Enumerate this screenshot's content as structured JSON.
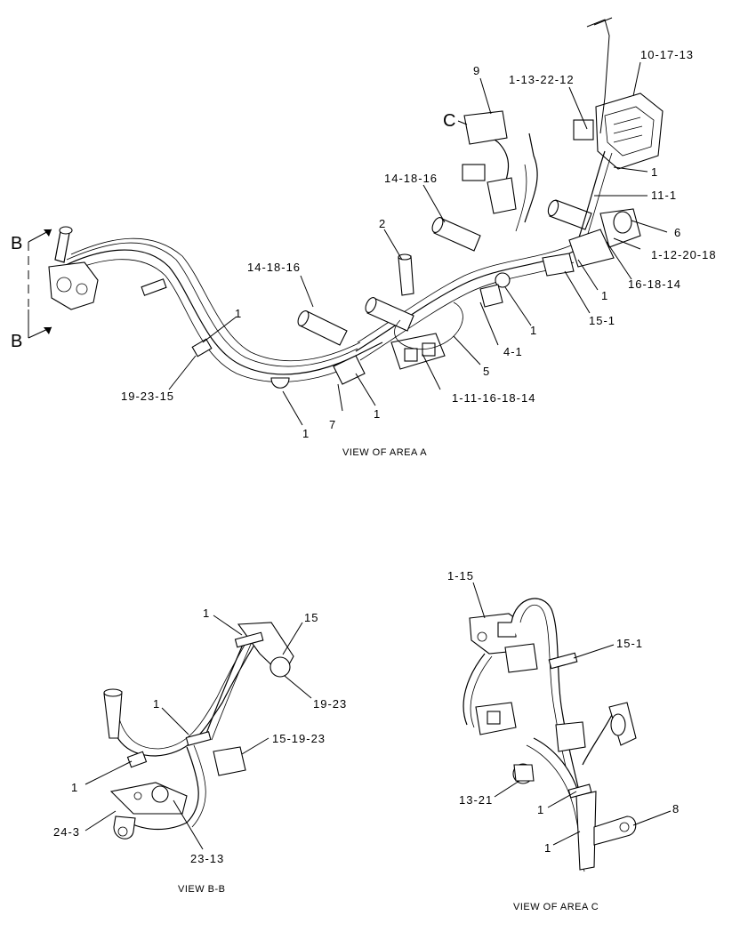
{
  "views": {
    "area_a": {
      "caption": "VIEW OF AREA A",
      "section_marks": [
        "B",
        "B",
        "C"
      ],
      "callouts": [
        "9",
        "1-13-22-12",
        "10-17-13",
        "1",
        "11-1",
        "6",
        "1-12-20-18",
        "16-18-14",
        "14-18-16",
        "2",
        "14-18-16",
        "1",
        "15-1",
        "1",
        "4-1",
        "5",
        "1-11-16-18-14",
        "1",
        "7",
        "1",
        "19-23-15"
      ]
    },
    "b_b": {
      "caption": "VIEW B-B",
      "callouts": [
        "1",
        "15",
        "19-23",
        "1",
        "15-19-23",
        "1",
        "24-3",
        "23-13"
      ]
    },
    "area_c": {
      "caption": "VIEW OF AREA C",
      "callouts": [
        "1-15",
        "15-1",
        "13-21",
        "1",
        "8",
        "1"
      ]
    }
  }
}
